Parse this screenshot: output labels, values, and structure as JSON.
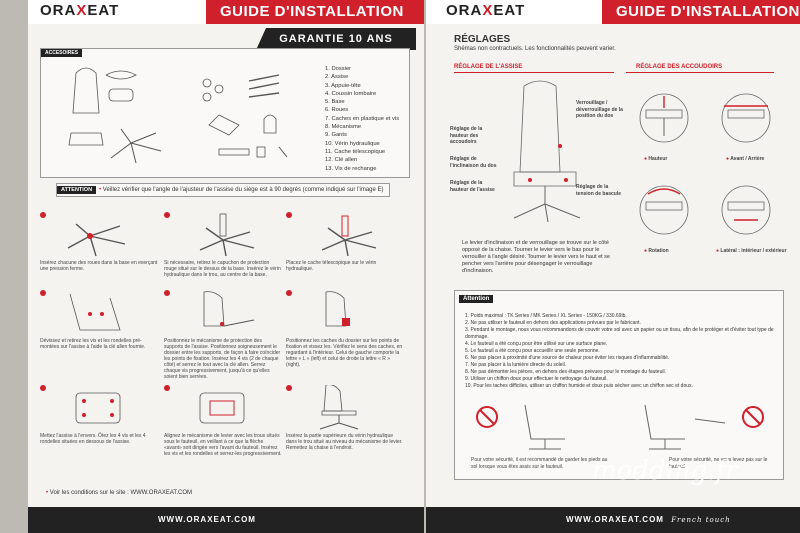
{
  "left": {
    "logo": {
      "pre": "ORA",
      "x": "X",
      "post": "EAT"
    },
    "header_title": "GUIDE D'INSTALLATION",
    "warranty": "GARANTIE 10 ANS",
    "accessories_tag": "ACCESOIRES",
    "parts": [
      "1. Dossier",
      "2. Assise",
      "3. Appuie-tête",
      "4. Coussin lombaire",
      "5. Base",
      "6. Roues",
      "7. Caches en plastique et vis",
      "8. Mécanisme",
      "9. Gants",
      "10. Vérin hydraulique",
      "11. Cache télescopique",
      "12. Clé allen",
      "13. Vis de rechange"
    ],
    "attention_tag": "ATTENTION",
    "attention_text": "Veillez vérifier que l'angle de l'ajusteur de l'assise du siège est à 90 degrés (comme indiqué sur l'image E)",
    "steps": [
      "Insérez chacune des roues dans la base en exerçant une pression ferme.",
      "Si nécessaire, retirez le capuchon de protection rouge situé sur le dessus de la base. Insérez le vérin hydraulique dans le trou, au centre de la base.",
      "Placez le cache télescopique sur le vérin hydraulique.",
      "Dévissez et retirez les vis et les rondelles pré-montées sur l'assise à l'aide la clé allen fournie.",
      "Positionnez le mécanisme de protection des supports de l'assise. Positionnez soigneusement le dossier entre les supports, de façon à faire coïncider les points de fixation. Insérez les 4 vis (2 de chaque côté) et serrez le tout avec la clé allen. Serrez chaque vis progressivement, jusqu'à ce qu'elles soient bien serrées.",
      "Positionnez les caches du dossier sur les points de fixation et vissez les. Vérifiez le sens des caches, en regardant à l'intérieur. Celui de gauche comporte la lettre « L » (left) et celui de droite la lettre « R » (right).",
      "Mettez l'assise à l'envers. Ôtez les 4 vis et les 4 rondelles situées en dessous de l'assise.",
      "Alignez le mécanisme de levier avec les trous situés sous le fauteuil, en veillant à ce que la flèche «avant» soit dirigée vers l'avant du fauteuil. Insérez les vis et les rondelles et serrez-les progressivement.",
      "Insérez la partie supérieure du vérin hydraulique dans le trou situé au niveau du mécanisme de levier. Remettez la chaise à l'endroit."
    ],
    "conditions": "Voir les conditions sur le site : WWW.ORAXEAT.COM",
    "footer": "WWW.ORAXEAT.COM"
  },
  "right": {
    "logo": {
      "pre": "ORA",
      "x": "X",
      "post": "EAT"
    },
    "header_title": "GUIDE D'INSTALLATION",
    "reglages_title": "RÉGLAGES",
    "reglages_sub": "Shémas non contractuels. Les fonctionnalités peuvent varier.",
    "seat_title": "RÉGLAGE DE L'ASSISE",
    "armrest_title": "RÉGLAGE DES ACCOUDOIRS",
    "seat_callouts": [
      "Verrouillage / déverrouillage de la position du dos",
      "Réglage de la hauteur des accoudoirs",
      "Réglage de l'inclinaison du dos",
      "Réglage de la hauteur de l'assise",
      "Réglage de la tension de bascule"
    ],
    "seat_text": "Le levier d'inclinaison et de verrouillage se trouve sur le côté opposé de la chaise. Tourner le levier vers le bas pour le verrouiller à l'angle désiré. Tourner le levier vers le haut et se pencher vers l'arrière pour désengager le verrouillage d'inclinaison.",
    "armrest_labels": [
      "Hauteur",
      "Avant / Arrière",
      "Rotation",
      "Latéral : intérieur / extérieur"
    ],
    "attention_tag": "Attention",
    "attention_items": [
      "1. Poids maximal : TK Series / MK Series / XL Series - 150KG / 330.69lb.",
      "2. Ne pas utiliser le fauteuil en dehors des applications prévues par le fabricant.",
      "3. Pendant le montage, nous vous recommandons de couvrir votre sol avec un papier ou un tissu, afin de le protéger et d'éviter tout type de dommage.",
      "4. Le fauteuil a été conçu pour être utilisé sur une surface plane.",
      "5. Le fauteuil a été conçu pour accueillir une seule personne.",
      "6. Ne pas placer à proximité d'une source de chaleur pour éviter les risques d'inflammabilité.",
      "7. Ne pas placer à la lumière directe du soleil.",
      "8. Ne pas démonter les pièces, en dehors des étapes prévues pour le montage du fauteuil.",
      "9. Utiliser un chiffon doux pour effectuer le nettoyage du fauteuil.",
      "10. Pour les taches difficiles, utiliser un chiffon humide et doux puis sécher avec un chiffon sec et doux."
    ],
    "safety_left": "Pour votre sécurité, il est recommandé de garder les pieds au sol lorsque vous êtes assis sur le fauteuil.",
    "safety_right": "Pour votre sécurité, ne vous levez pas sur le fauteuil.",
    "footer": "WWW.ORAXEAT.COM",
    "footer_script": "French touch",
    "watermark": "modding.fr"
  },
  "colors": {
    "accent": "#d0202b",
    "dark": "#222222",
    "paper": "#f4f3f0"
  }
}
